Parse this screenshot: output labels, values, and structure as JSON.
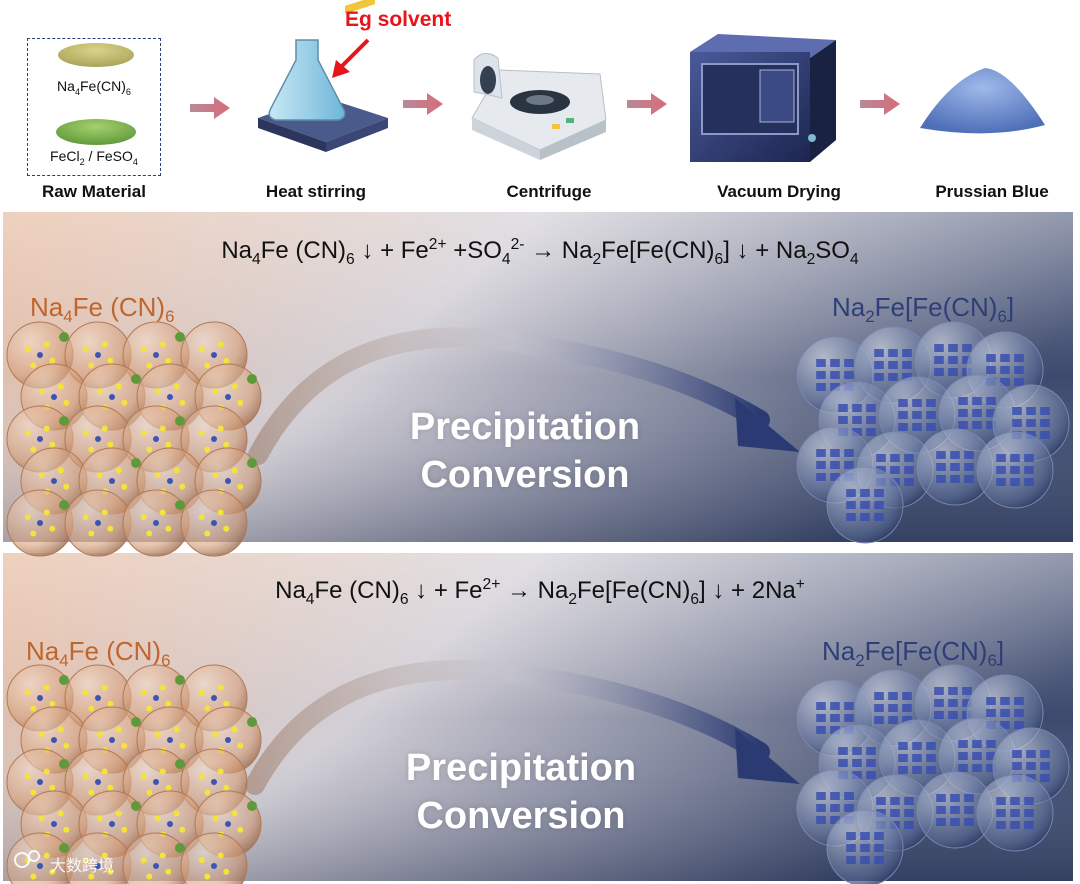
{
  "workflow": {
    "raw_material": {
      "label": "Raw Material",
      "item1_parts": [
        "Na",
        "4",
        "Fe(CN)",
        "6"
      ],
      "item2_parts": [
        "FeCl",
        "2",
        " / FeSO",
        "4"
      ]
    },
    "eg_solvent_label": "Eg solvent",
    "steps": [
      {
        "label": "Heat stirring",
        "icon": "hot-plate-stirrer-icon"
      },
      {
        "label": "Centrifuge",
        "icon": "centrifuge-icon"
      },
      {
        "label": "Vacuum Drying",
        "icon": "vacuum-oven-icon"
      },
      {
        "label": "Prussian Blue",
        "icon": "blue-powder-icon"
      }
    ]
  },
  "panels": [
    {
      "equation": {
        "t1": "Na",
        "s1": "4",
        "t2": "Fe (CN)",
        "s2": "6",
        "t3": "↓ + Fe",
        "p1": "2+",
        "t4": " +SO",
        "s3": "4",
        "p2": "2-",
        "t5": " → Na",
        "s4": "2",
        "t6": "Fe[Fe(CN)",
        "s5": "6",
        "t7": "] ↓ + Na",
        "s6": "2",
        "t8": "SO",
        "s7": "4"
      },
      "left_label": {
        "a": "Na",
        "b": "4",
        "c": "Fe (CN)",
        "d": "6"
      },
      "right_label": {
        "a": "Na",
        "b": "2",
        "c": "Fe[Fe(CN)",
        "d": "6",
        "e": "]"
      },
      "conversion_line1": "Precipitation",
      "conversion_line2": "Conversion"
    },
    {
      "equation": {
        "t1": "Na",
        "s1": "4",
        "t2": "Fe (CN)",
        "s2": "6",
        "t3": "↓ + Fe",
        "p1": "2+",
        "t4": " → Na",
        "s3": "2",
        "t5": "Fe[Fe(CN)",
        "s4": "6",
        "t6": "] ↓ + 2Na",
        "p2": "+"
      },
      "left_label": {
        "a": "Na",
        "b": "4",
        "c": "Fe (CN)",
        "d": "6"
      },
      "right_label": {
        "a": "Na",
        "b": "2",
        "c": "Fe[Fe(CN)",
        "d": "6",
        "e": "]"
      },
      "conversion_line1": "Precipitation",
      "conversion_line2": "Conversion"
    }
  ],
  "watermark": "大数跨境",
  "colors": {
    "left_label": "#c0652e",
    "right_label": "#2e3e78",
    "eg_red": "#e8141c",
    "dashed_box": "#2a3f7a"
  }
}
